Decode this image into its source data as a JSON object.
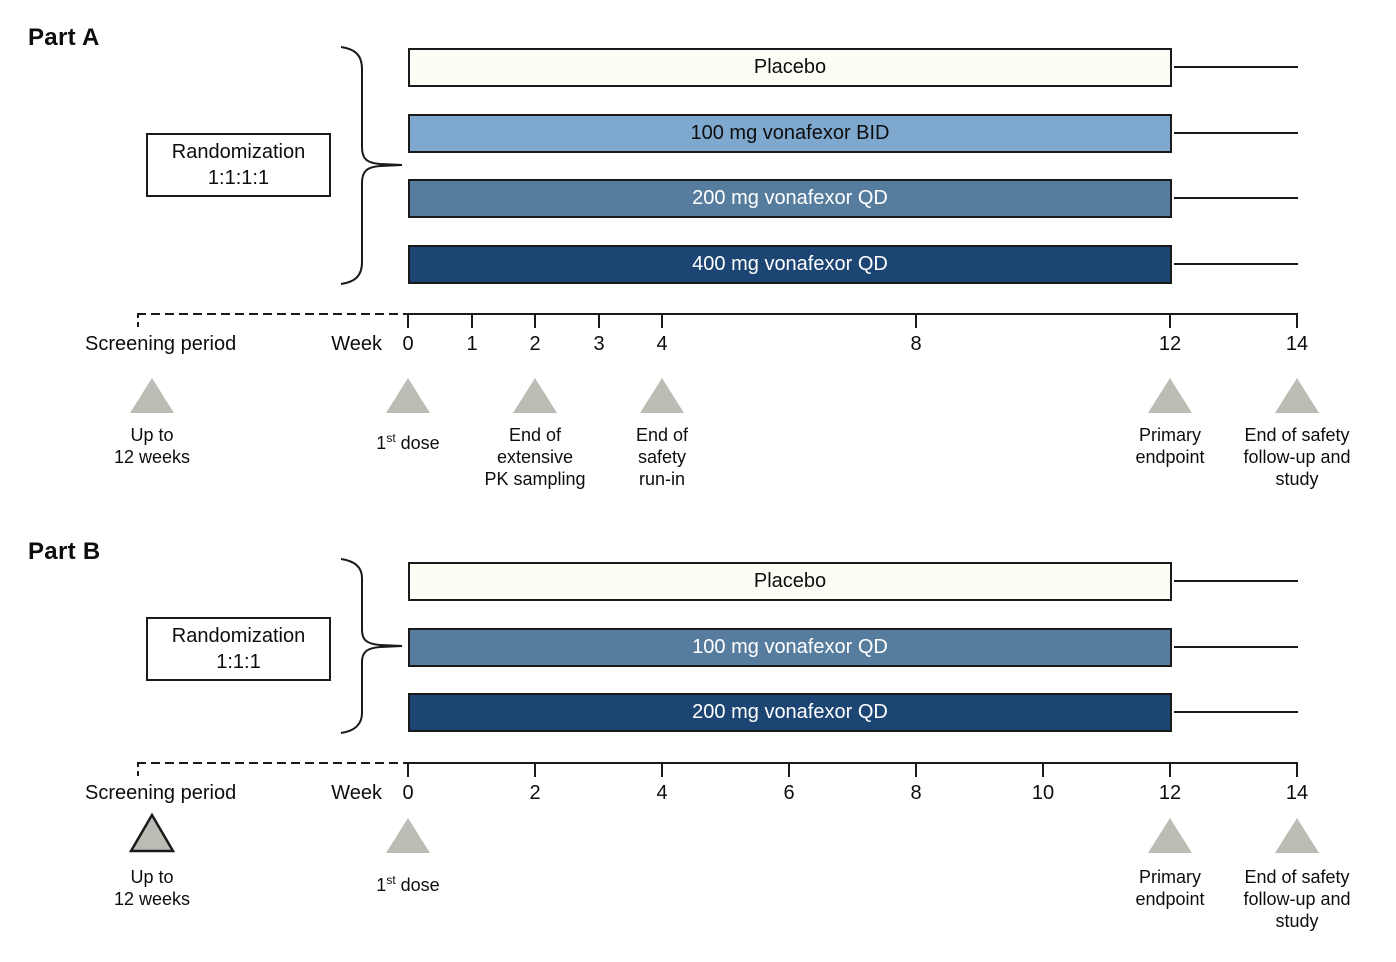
{
  "figure": {
    "part_a": {
      "title": "Part A",
      "randomization_line1": "Randomization",
      "randomization_line2": "1:1:1:1",
      "arms": [
        {
          "label": "Placebo",
          "fill": "#FDFDF5"
        },
        {
          "label": "100 mg vonafexor BID",
          "fill": "#7FA8CE"
        },
        {
          "label": "200 mg vonafexor QD",
          "fill": "#567C9E"
        },
        {
          "label": "400 mg vonafexor QD",
          "fill": "#1C4574"
        }
      ],
      "axis": {
        "screening_label": "Screening period",
        "week_label": "Week",
        "ticks": [
          "0",
          "1",
          "2",
          "3",
          "4",
          "8",
          "12",
          "14"
        ]
      },
      "events": {
        "screening": {
          "line1": "Up to",
          "line2": "12 weeks"
        },
        "first_dose": {
          "num": "1",
          "sup": "st",
          "rest": " dose"
        },
        "pk": {
          "line1": "End of",
          "line2": "extensive",
          "line3": "PK sampling"
        },
        "runin": {
          "line1": "End of",
          "line2": "safety",
          "line3": "run-in"
        },
        "primary": {
          "line1": "Primary",
          "line2": "endpoint"
        },
        "followup": {
          "line1": "End of safety",
          "line2": "follow-up and",
          "line3": "study"
        }
      }
    },
    "part_b": {
      "title": "Part B",
      "randomization_line1": "Randomization",
      "randomization_line2": "1:1:1",
      "arms": [
        {
          "label": "Placebo",
          "fill": "#FDFDF5"
        },
        {
          "label": "100 mg vonafexor QD",
          "fill": "#567C9E"
        },
        {
          "label": "200 mg vonafexor QD",
          "fill": "#1C4574"
        }
      ],
      "axis": {
        "screening_label": "Screening period",
        "week_label": "Week",
        "ticks": [
          "0",
          "2",
          "4",
          "6",
          "8",
          "10",
          "12",
          "14"
        ]
      },
      "events": {
        "screening": {
          "line1": "Up to",
          "line2": "12 weeks"
        },
        "first_dose": {
          "num": "1",
          "sup": "st",
          "rest": " dose"
        },
        "primary": {
          "line1": "Primary",
          "line2": "endpoint"
        },
        "followup": {
          "line1": "End of safety",
          "line2": "follow-up and",
          "line3": "study"
        }
      }
    },
    "colors": {
      "placebo_fill": "#FDFDF5",
      "light_blue": "#7FA8CE",
      "medium_blue": "#567C9E",
      "dark_blue": "#1C4574",
      "triangle_gray": "#BCBCB5",
      "line_black": "#1A1A1A"
    }
  }
}
